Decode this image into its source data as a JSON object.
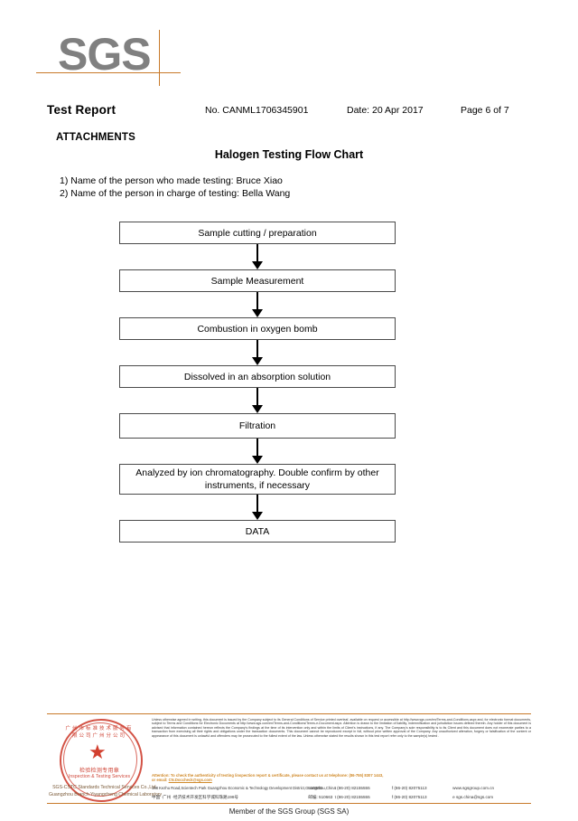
{
  "logo": {
    "text": "SGS"
  },
  "header": {
    "title": "Test Report",
    "report_no": "No. CANML1706345901",
    "date": "Date: 20 Apr 2017",
    "page": "Page 6 of 7"
  },
  "section": {
    "attachments_label": "ATTACHMENTS",
    "chart_title": "Halogen Testing Flow Chart",
    "people": [
      "1) Name of the person who made testing: Bruce Xiao",
      "2) Name of the person in charge of testing: Bella Wang"
    ]
  },
  "flowchart": {
    "steps": [
      "Sample cutting / preparation",
      "Sample Measurement",
      "Combustion in oxygen bomb",
      "Dissolved in an absorption solution",
      "Filtration",
      "Analyzed by ion chromatography. Double confirm by other instruments, if necessary",
      "DATA"
    ]
  },
  "stamp": {
    "arc_top": "广州市标准技术服务有限公司广州分公司",
    "cn_label": "检验检测专用章",
    "en_label": "Inspection & Testing Services",
    "caption_line1": "SGS-CSTC Standards Technical Services Co.,Ltd.",
    "caption_line2": "Guangzhou Branch Yiyangcheng Chemical Laboratory"
  },
  "footer": {
    "legal_paragraphs": [
      "Unless otherwise agreed in writing, this document is issued by the Company subject to its General Conditions of Service printed overleaf, available on request or accessible at http://www.sgs.com/en/Terms-and-Conditions.aspx and, for electronic format documents, subject to Terms and Conditions for Electronic Documents at http://www.sgs.com/en/Terms-and-Conditions/Terms-e-Document.aspx. Attention is drawn to the limitation of liability, indemnification and jurisdiction issues defined therein. Any holder of this document is advised that information contained hereon reflects the Company's findings at the time of its intervention only and within the limits of Client's instructions, if any. The Company's sole responsibility is to its Client and this document does not exonerate parties to a transaction from exercising all their rights and obligations under the transaction documents. This document cannot be reproduced except in full, without prior written approval of the Company. Any unauthorized alteration, forgery or falsification of the content or appearance of this document is unlawful and offenders may be prosecuted to the fullest extent of the law. Unless otherwise stated the results shown in this test report refer only to the sample(s) tested ."
    ],
    "attention_line1": "Attention: To check the authenticity of testing /inspection report & certificate, please contact us at telephone: (86-755) 8307 1443,",
    "attention_line2_prefix": "or email: ",
    "attention_email": "CN.Doccheck@sgs.com",
    "address_en": "198 Kezhu Road,Scientech Park Guangzhou Economic & Technology Development District,Guangzhou,China",
    "postcode_en": "510663",
    "address_cn": "中国 ·广州 ·经济技术开发区科学城科珠路198号",
    "postcode_cn_label": "邮编: 510663",
    "phone": "t (86-20) 82155555",
    "fax": "f (86-20) 82075113",
    "website": "www.sgsgroup.com.cn",
    "email_mark": "e sgs.china@sgs.com",
    "member": "Member of the SGS Group (SGS SA)"
  },
  "colors": {
    "accent_orange": "#c8792a",
    "logo_gray": "#808080",
    "stamp_red": "#cf4436"
  }
}
